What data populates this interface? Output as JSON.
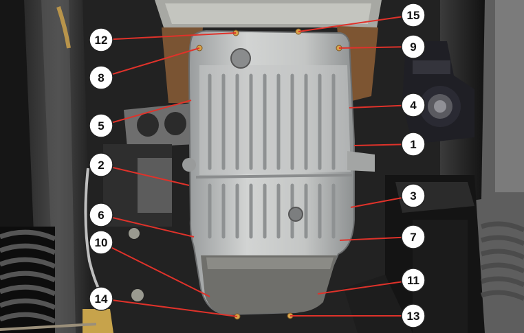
{
  "callouts": [
    {
      "label": "1"
    },
    {
      "label": "2"
    },
    {
      "label": "3"
    },
    {
      "label": "4"
    },
    {
      "label": "5"
    },
    {
      "label": "6"
    },
    {
      "label": "7"
    },
    {
      "label": "8"
    },
    {
      "label": "9"
    },
    {
      "label": "10"
    },
    {
      "label": "11"
    },
    {
      "label": "12"
    },
    {
      "label": "13"
    },
    {
      "label": "14"
    },
    {
      "label": "15"
    }
  ],
  "colors": {
    "leader_line": "#e0322a",
    "callout_fill": "#ffffff",
    "callout_stroke": "#222222",
    "pan_metal": "#b9bcbc",
    "frame_dark": "#1c1c1c"
  }
}
